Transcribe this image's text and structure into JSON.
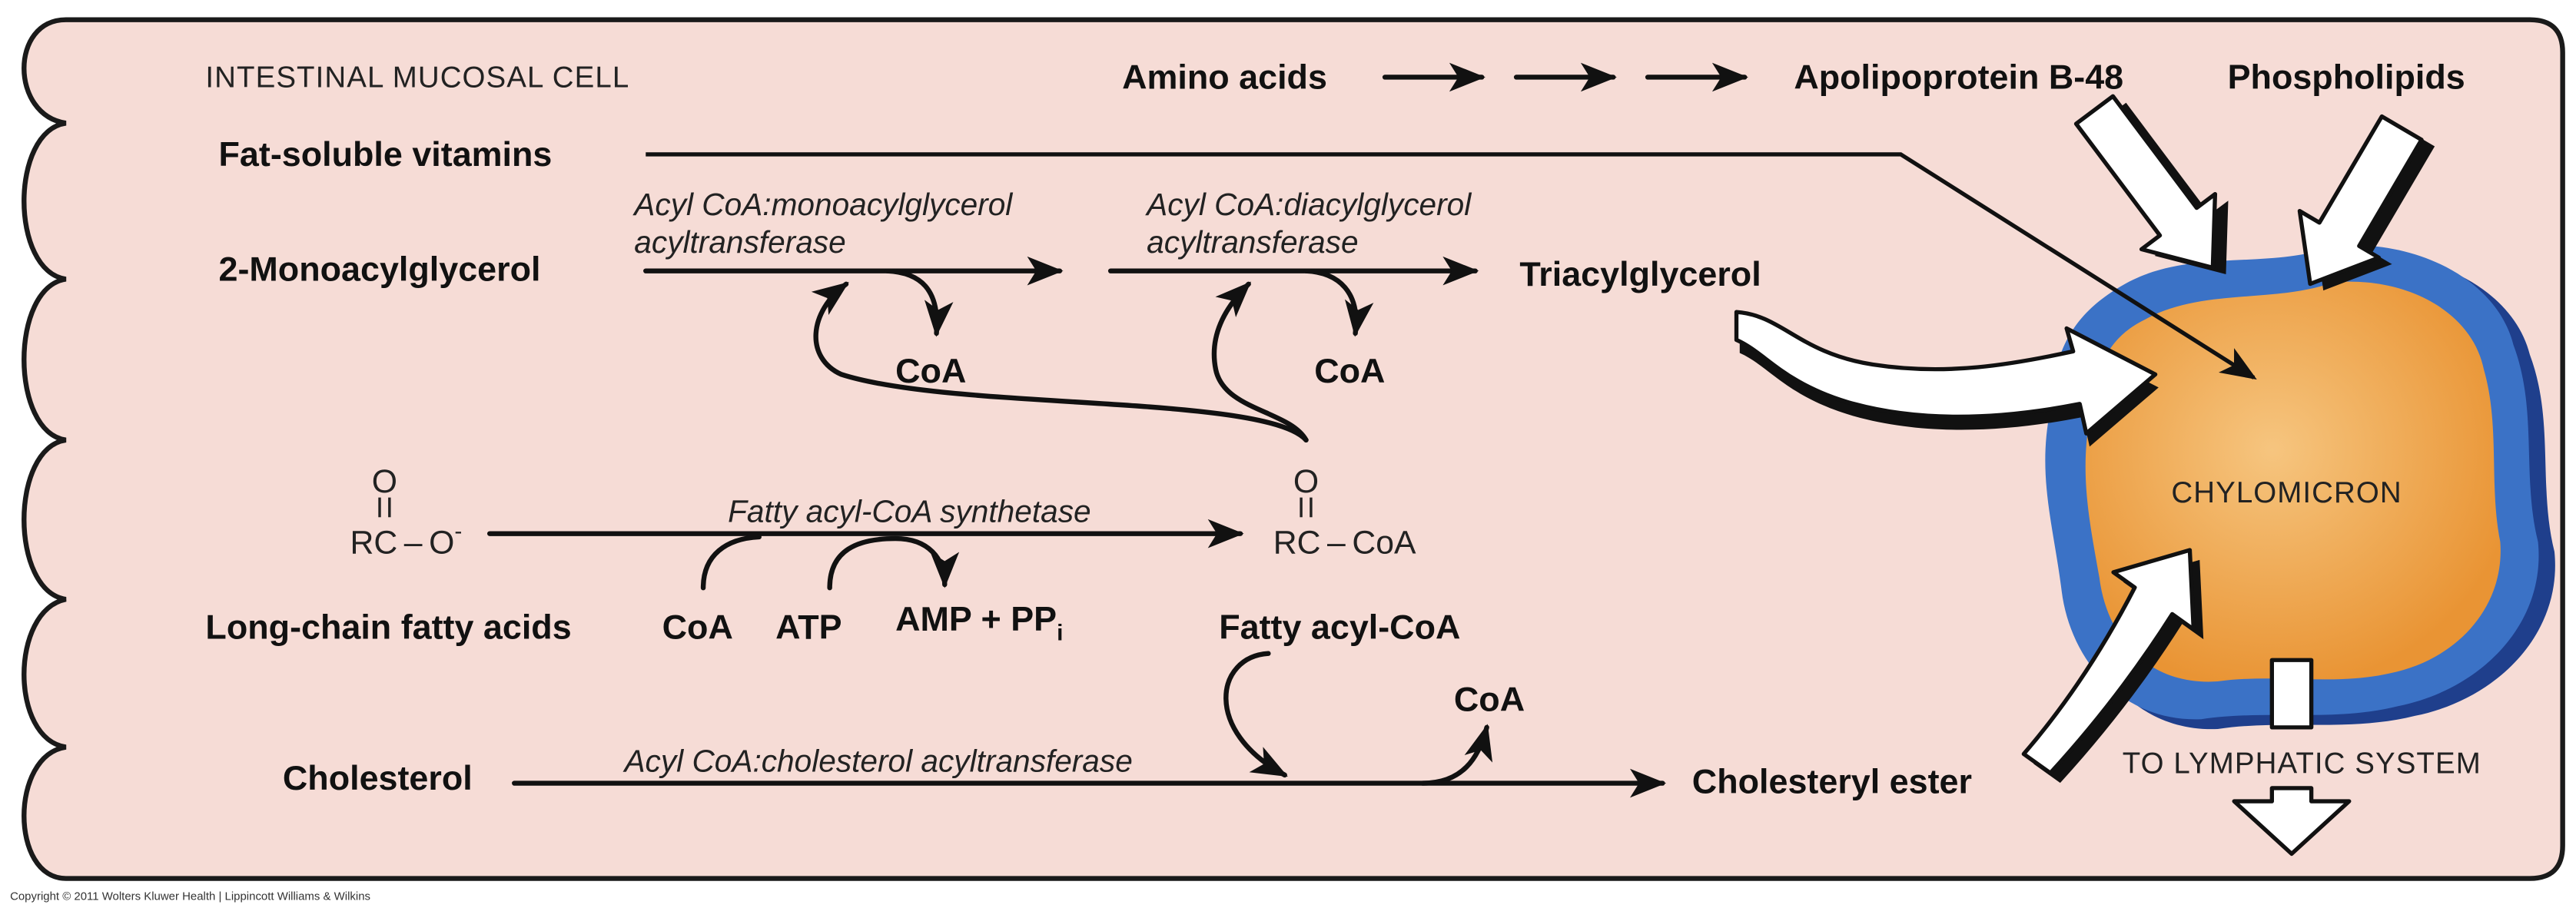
{
  "cell_label": "INTESTINAL MUCOSAL CELL",
  "substrates": {
    "amino_acids": "Amino acids",
    "fat_soluble_vitamins": "Fat-soluble vitamins",
    "monoacylglycerol": "2-Monoacylglycerol",
    "long_chain_fatty_acids": "Long-chain fatty acids",
    "cholesterol": "Cholesterol"
  },
  "products": {
    "apolipoprotein": "Apolipoprotein B-48",
    "phospholipids": "Phospholipids",
    "triacylglycerol": "Triacylglycerol",
    "fatty_acyl_coa": "Fatty acyl-CoA",
    "cholesteryl_ester": "Cholesteryl ester",
    "chylomicron": "CHYLOMICRON",
    "destination": "TO LYMPHATIC SYSTEM"
  },
  "enzymes": {
    "mag_acyltransferase": [
      "Acyl CoA:monoacylglycerol",
      "acyltransferase"
    ],
    "dag_acyltransferase": [
      "Acyl CoA:diacylglycerol",
      "acyltransferase"
    ],
    "synthetase": "Fatty acyl-CoA synthetase",
    "acat": "Acyl CoA:cholesterol acyltransferase"
  },
  "cofactors": {
    "coa_release_1": "CoA",
    "coa_release_2": "CoA",
    "coa_in": "CoA",
    "atp": "ATP",
    "amp_ppi": "AMP + PP",
    "amp_ppi_sub": "i",
    "coa_release_3": "CoA"
  },
  "structures": {
    "fatty_acid": {
      "top": "O",
      "rc": "RC",
      "bond": "–",
      "group": "O",
      "charge": "-"
    },
    "fatty_acyl_coa": {
      "top": "O",
      "rc": "RC",
      "bond": "–",
      "group": "CoA"
    }
  },
  "colors": {
    "cell_fill": "#f6dcd6",
    "outline": "#1a1a1a",
    "chylomicron_shell": "#3b72c6",
    "chylomicron_shell_shadow": "#1f3f8c",
    "chylomicron_core": "#e99434",
    "chylomicron_core_highlight": "#f6c57f"
  },
  "copyright": "Copyright © 2011 Wolters Kluwer Health | Lippincott Williams & Wilkins"
}
